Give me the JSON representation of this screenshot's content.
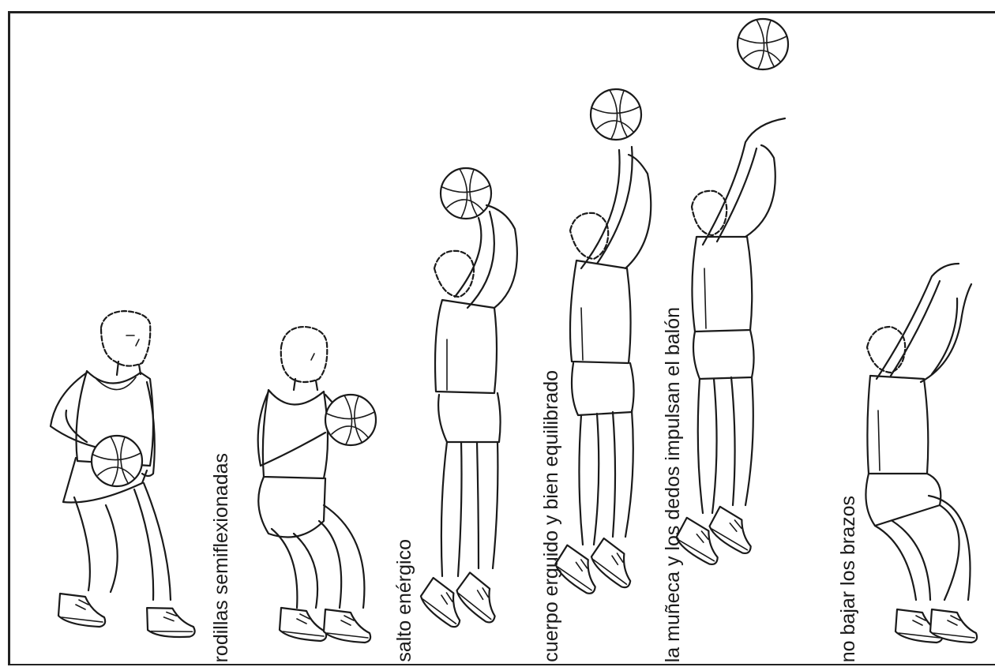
{
  "captions": {
    "c1": "rodillas semiflexionadas",
    "c2": "salto enérgico",
    "c3": "cuerpo erguido y bien equilibrado",
    "c4": "la muñeca y los dedos impulsan el balón",
    "c5": "no bajar los brazos"
  }
}
